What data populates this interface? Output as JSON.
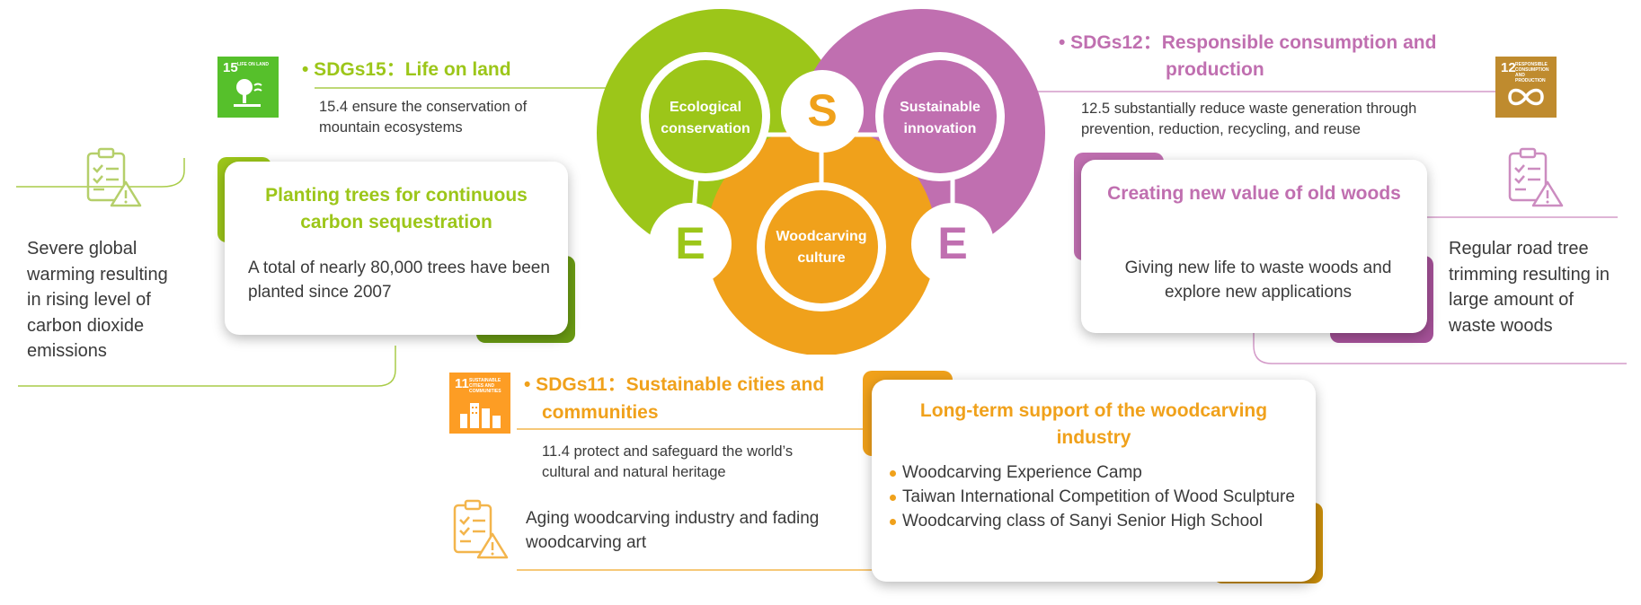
{
  "colors": {
    "green": "#9cc619",
    "purple": "#c06fb0",
    "orange": "#f0a11b",
    "dark_green": "#6a9b13",
    "dark_purple": "#a45197",
    "dark_orange": "#c98d0a",
    "sdg15": "#56c02b",
    "sdg12": "#bf8b2e",
    "sdg11": "#fd9d24"
  },
  "center": {
    "left_circle_label": "Ecological conservation",
    "right_circle_label": "Sustainable innovation",
    "bottom_circle_label": "Woodcarving culture",
    "letter_s": "S",
    "letter_e_left": "E",
    "letter_e_right": "E"
  },
  "sdg15": {
    "badge_number": "15",
    "badge_caption": "LIFE ON LAND",
    "title": "• SDGs15：Life on land",
    "target": "15.4 ensure the conservation of mountain ecosystems",
    "icon": "tree-icon"
  },
  "sdg12": {
    "badge_number": "12",
    "badge_caption": "RESPONSIBLE CONSUMPTION AND PRODUCTION",
    "title_line1": "• SDGs12：Responsible consumption and",
    "title_line2": "production",
    "target": "12.5 substantially reduce waste generation through prevention, reduction, recycling, and reuse",
    "icon": "infinity-icon"
  },
  "sdg11": {
    "badge_number": "11",
    "badge_caption": "SUSTAINABLE CITIES AND COMMUNITIES",
    "title_line1": "• SDGs11：Sustainable cities and",
    "title_line2": "communities",
    "target": "11.4 protect and safeguard the world’s cultural and natural heritage",
    "icon": "buildings-icon"
  },
  "left_card": {
    "title": "Planting trees for continuous carbon sequestration",
    "body": "A total of nearly 80,000 trees have been planted since 2007"
  },
  "right_card": {
    "title": "Creating new value of old woods",
    "body": "Giving new life to waste woods and explore new applications"
  },
  "bottom_card": {
    "title": "Long-term support of the woodcarving industry",
    "items": [
      "Woodcarving Experience Camp",
      "Taiwan International Competition of Wood Sculpture",
      "Woodcarving class of Sanyi Senior High School"
    ]
  },
  "issues": {
    "left": "Severe global warming resulting in rising level of carbon dioxide emissions",
    "right": "Regular road tree trimming resulting in large amount of waste woods",
    "bottom": "Aging woodcarving industry and fading woodcarving art"
  }
}
